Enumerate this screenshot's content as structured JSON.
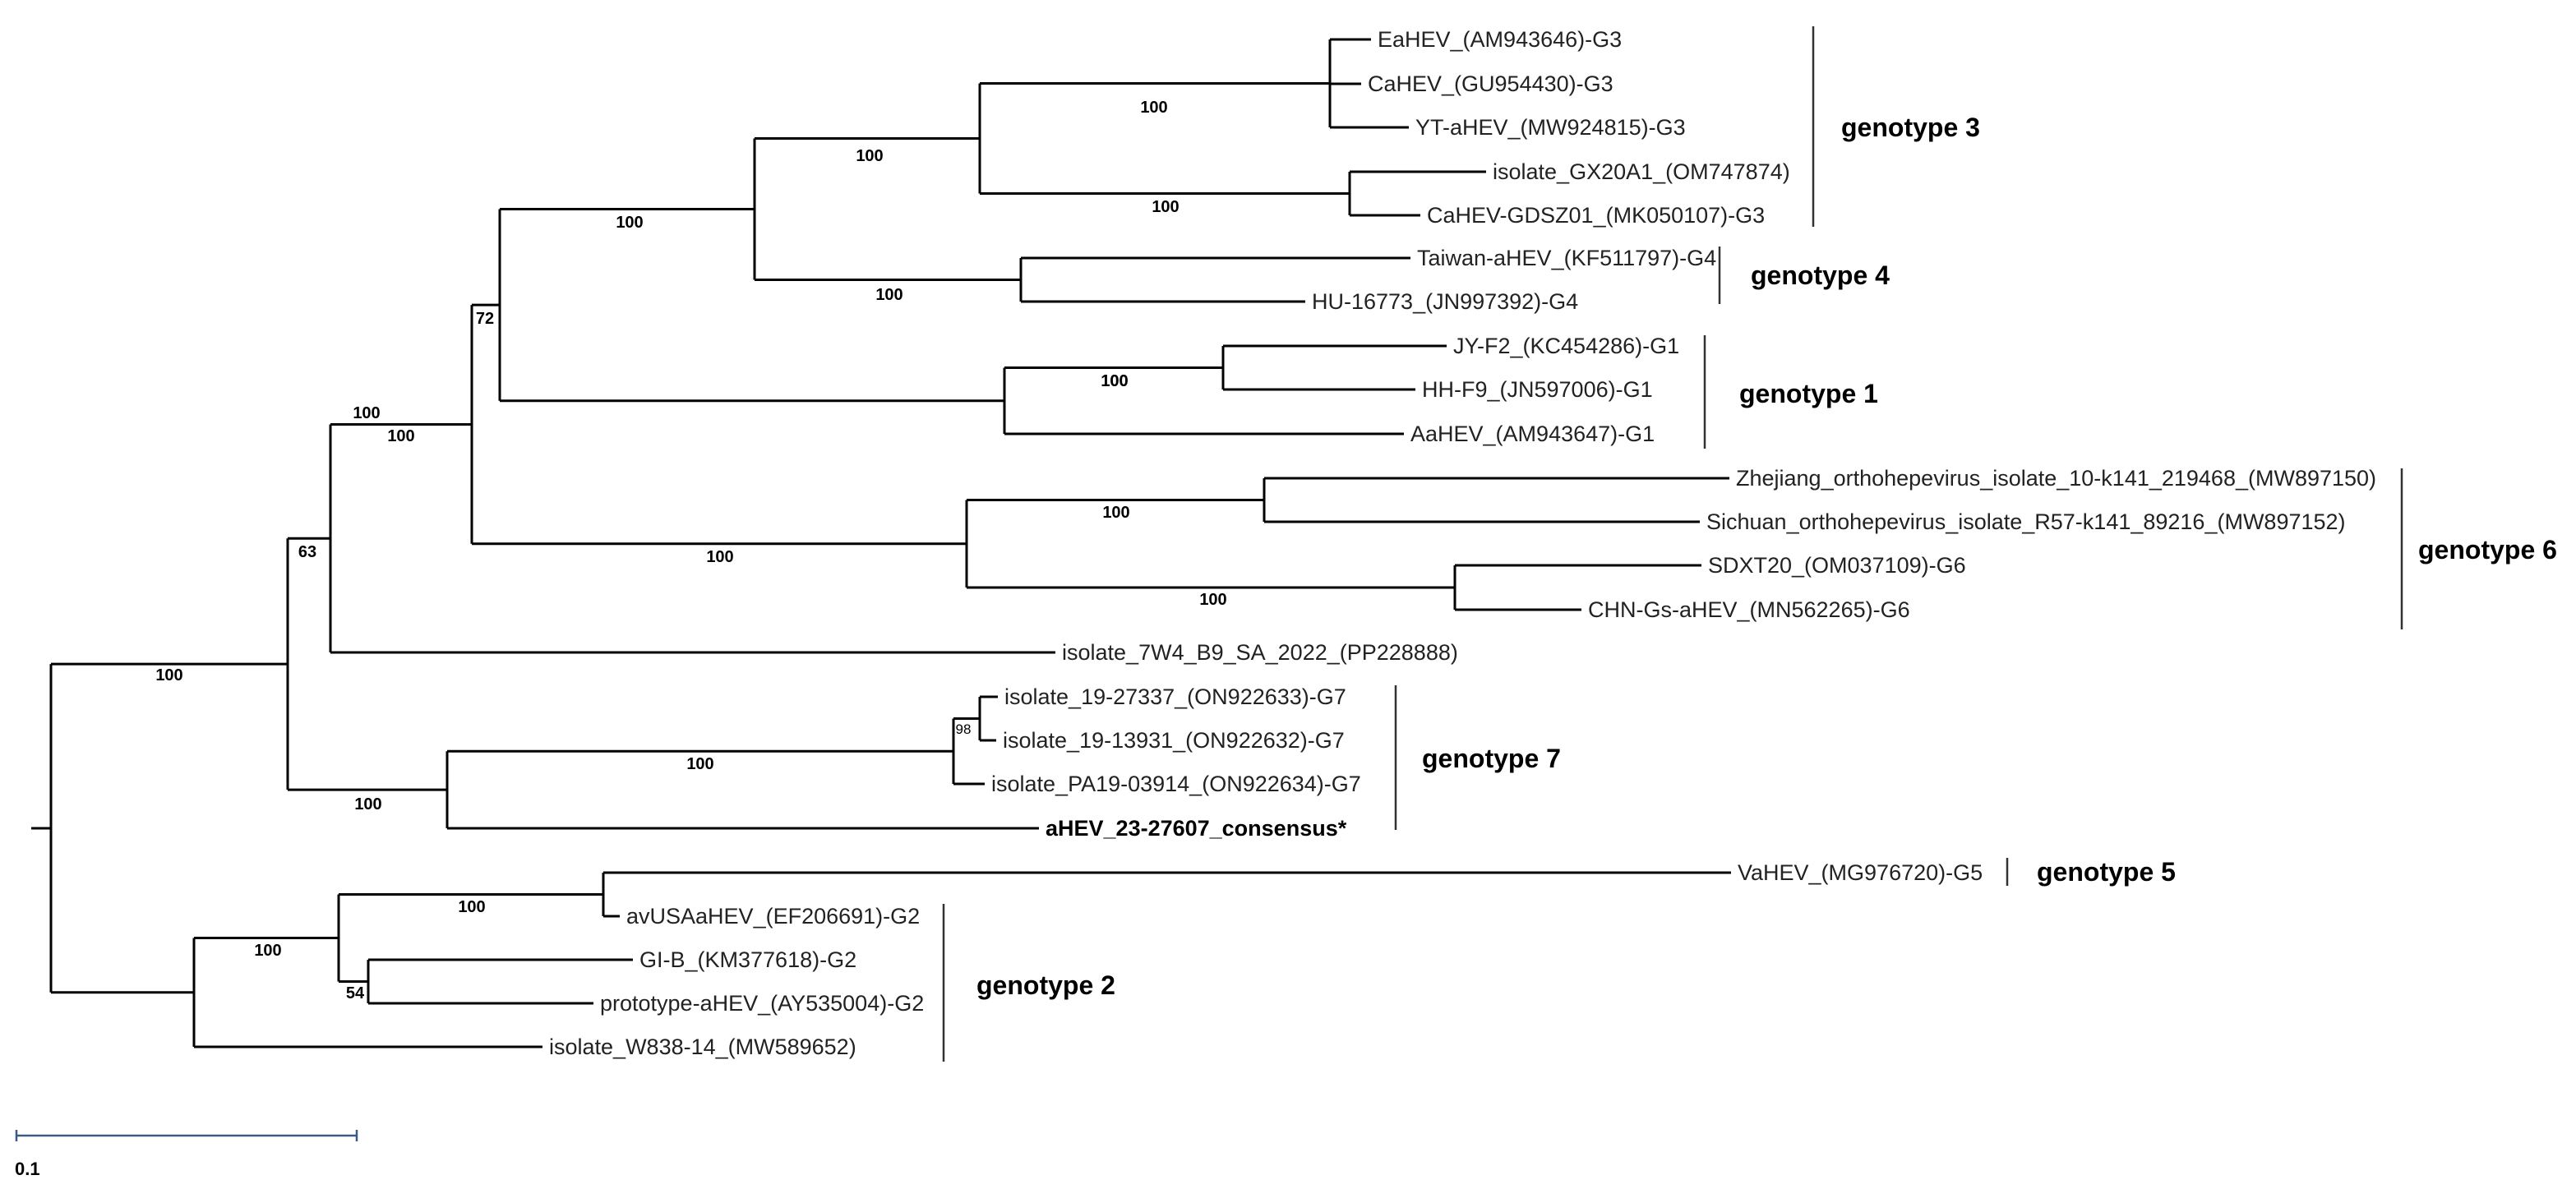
{
  "leaves": [
    {
      "id": "l1",
      "label": "EaHEV_(AM943646)-G3"
    },
    {
      "id": "l2",
      "label": "CaHEV_(GU954430)-G3"
    },
    {
      "id": "l3",
      "label": "YT-aHEV_(MW924815)-G3"
    },
    {
      "id": "l4",
      "label": "isolate_GX20A1_(OM747874)"
    },
    {
      "id": "l5",
      "label": "CaHEV-GDSZ01_(MK050107)-G3"
    },
    {
      "id": "l6",
      "label": "Taiwan-aHEV_(KF511797)-G4"
    },
    {
      "id": "l7",
      "label": "HU-16773_(JN997392)-G4"
    },
    {
      "id": "l8",
      "label": "JY-F2_(KC454286)-G1"
    },
    {
      "id": "l9",
      "label": "HH-F9_(JN597006)-G1"
    },
    {
      "id": "l10",
      "label": "AaHEV_(AM943647)-G1"
    },
    {
      "id": "l11",
      "label": "Zhejiang_orthohepevirus_isolate_10-k141_219468_(MW897150)"
    },
    {
      "id": "l12",
      "label": "Sichuan_orthohepevirus_isolate_R57-k141_89216_(MW897152)"
    },
    {
      "id": "l13",
      "label": "SDXT20_(OM037109)-G6"
    },
    {
      "id": "l14",
      "label": "CHN-Gs-aHEV_(MN562265)-G6"
    },
    {
      "id": "l15",
      "label": "isolate_7W4_B9_SA_2022_(PP228888)"
    },
    {
      "id": "l16",
      "label": "isolate_19-27337_(ON922633)-G7"
    },
    {
      "id": "l17",
      "label": "isolate_19-13931_(ON922632)-G7"
    },
    {
      "id": "l18",
      "label": "isolate_PA19-03914_(ON922634)-G7"
    },
    {
      "id": "l19",
      "label": "aHEV_23-27607_consensus*",
      "bold": true
    },
    {
      "id": "l20",
      "label": "VaHEV_(MG976720)-G5"
    },
    {
      "id": "l21",
      "label": "avUSAaHEV_(EF206691)-G2"
    },
    {
      "id": "l22",
      "label": "GI-B_(KM377618)-G2"
    },
    {
      "id": "l23",
      "label": "prototype-aHEV_(AY535004)-G2"
    },
    {
      "id": "l24",
      "label": "isolate_W838-14_(MW589652)"
    }
  ],
  "bootstrap": [
    {
      "node": "n_g3a",
      "value": "100"
    },
    {
      "node": "n_g3b",
      "value": "100"
    },
    {
      "node": "n_g3",
      "value": "100"
    },
    {
      "node": "n_g34",
      "value": "100"
    },
    {
      "node": "n_g4",
      "value": "100"
    },
    {
      "node": "n_g341",
      "value": "100"
    },
    {
      "node": "n_g1",
      "value": "100"
    },
    {
      "node": "n_g1a",
      "value": "100"
    },
    {
      "node": "n_g3416",
      "value": "72"
    },
    {
      "node": "n_g6",
      "value": "100"
    },
    {
      "node": "n_g6a",
      "value": "100"
    },
    {
      "node": "n_g6b",
      "value": "100"
    },
    {
      "node": "n_withSA",
      "value": "100"
    },
    {
      "node": "n_with7",
      "value": "63"
    },
    {
      "node": "n_top",
      "value": "100"
    },
    {
      "node": "n_g7",
      "value": "100"
    },
    {
      "node": "n_g7a",
      "value": "98"
    },
    {
      "node": "n_g7all",
      "value": "100"
    },
    {
      "node": "n_g25a",
      "value": "100"
    },
    {
      "node": "n_g2b",
      "value": "54"
    },
    {
      "node": "n_g25",
      "value": "100"
    }
  ],
  "groups": [
    {
      "id": "g3",
      "label": "genotype 3"
    },
    {
      "id": "g4",
      "label": "genotype 4"
    },
    {
      "id": "g1",
      "label": "genotype 1"
    },
    {
      "id": "g6",
      "label": "genotype 6"
    },
    {
      "id": "g7",
      "label": "genotype 7"
    },
    {
      "id": "g5",
      "label": "genotype 5"
    },
    {
      "id": "g2",
      "label": "genotype 2"
    }
  ],
  "scale_bar": {
    "value": 0.1,
    "label": "0.1"
  }
}
